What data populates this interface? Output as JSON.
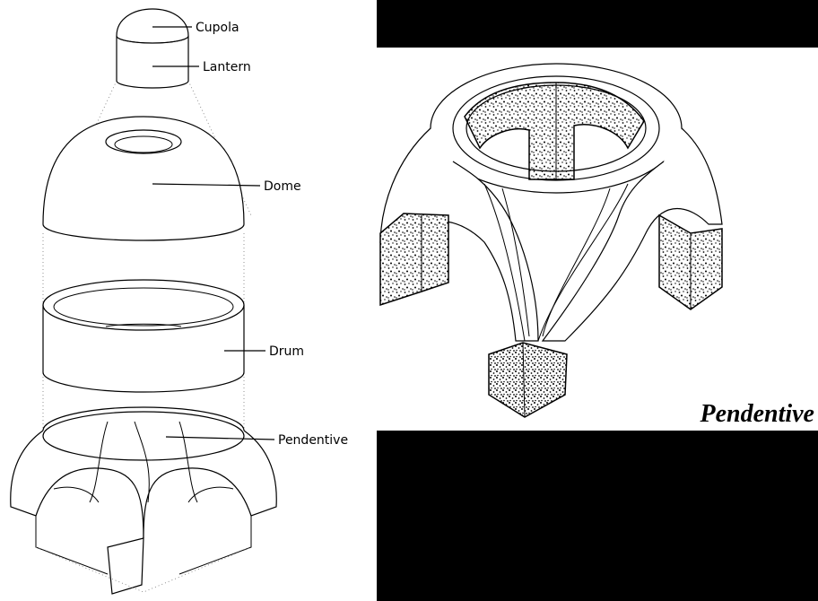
{
  "left_diagram": {
    "labels": {
      "cupola": "Cupola",
      "lantern": "Lantern",
      "dome": "Dome",
      "drum": "Drum",
      "pendentive": "Pendentive"
    }
  },
  "right_diagram": {
    "caption": "Pendentive"
  },
  "colors": {
    "background": "#ffffff",
    "ink": "#000000",
    "frame": "#000000"
  }
}
